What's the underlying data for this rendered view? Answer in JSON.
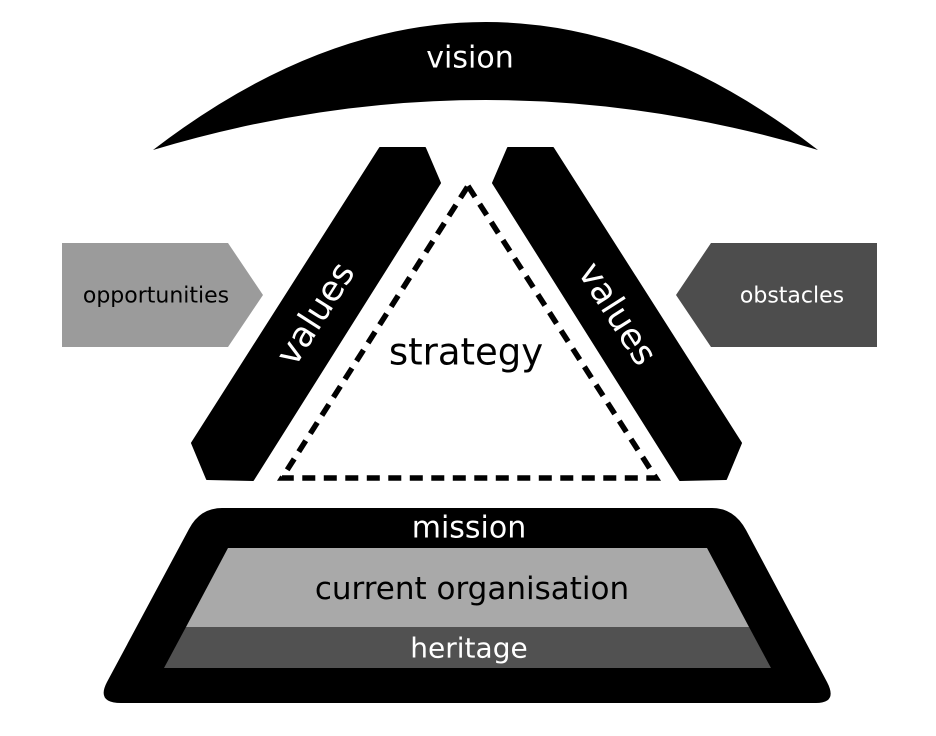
{
  "diagram": {
    "type": "strategy-pyramid-diagram",
    "colors": {
      "background": "#ffffff",
      "shape_black": "#000000",
      "opportunities_fill": "#9b9b9b",
      "obstacles_fill": "#4d4d4d",
      "current_org_fill": "#a9a9a9",
      "heritage_fill": "#515151",
      "label_white": "#ffffff",
      "label_black": "#000000"
    },
    "vision": {
      "label": "vision"
    },
    "values_left": {
      "label": "values"
    },
    "values_right": {
      "label": "values"
    },
    "strategy": {
      "label": "strategy"
    },
    "opportunities": {
      "label": "opportunities"
    },
    "obstacles": {
      "label": "obstacles"
    },
    "mission": {
      "label": "mission"
    },
    "current_organisation": {
      "label": "current organisation"
    },
    "heritage": {
      "label": "heritage"
    }
  }
}
